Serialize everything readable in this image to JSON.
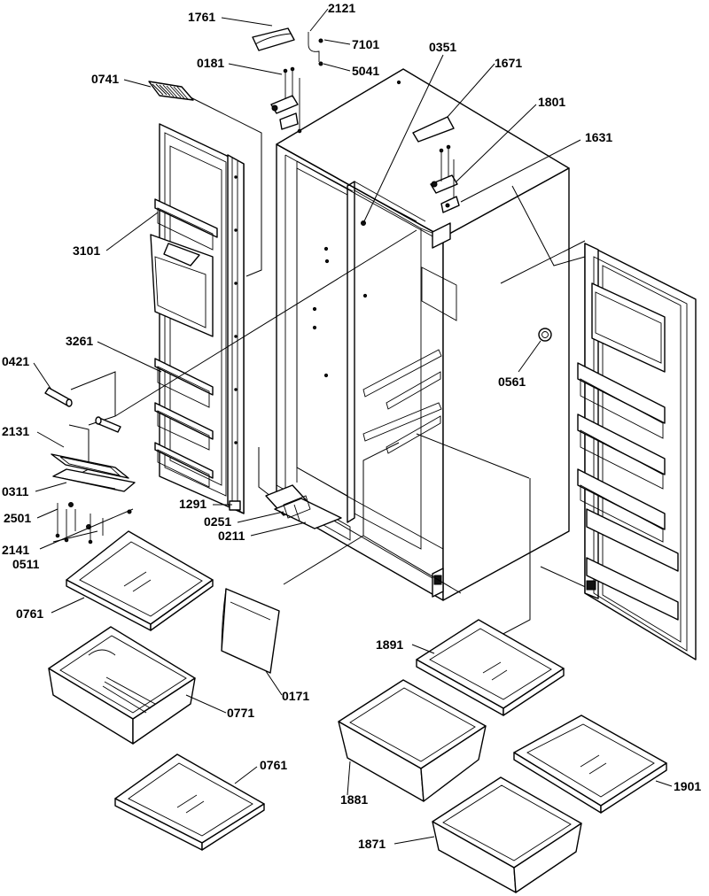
{
  "callouts": {
    "c1761": "1761",
    "c2121": "2121",
    "c7101": "7101",
    "c0181": "0181",
    "c5041": "5041",
    "c0741": "0741",
    "c0351": "0351",
    "c1671": "1671",
    "c1801": "1801",
    "c1631": "1631",
    "c3101": "3101",
    "c3261": "3261",
    "c0421": "0421",
    "c0561": "0561",
    "c2131": "2131",
    "c0311": "0311",
    "c2501": "2501",
    "c2141": "2141",
    "c0511": "0511",
    "c1291": "1291",
    "c0251": "0251",
    "c0211": "0211",
    "c0761a": "0761",
    "c0771": "0771",
    "c0171": "0171",
    "c0761b": "0761",
    "c1891": "1891",
    "c1881": "1881",
    "c1901": "1901",
    "c1871": "1871"
  }
}
